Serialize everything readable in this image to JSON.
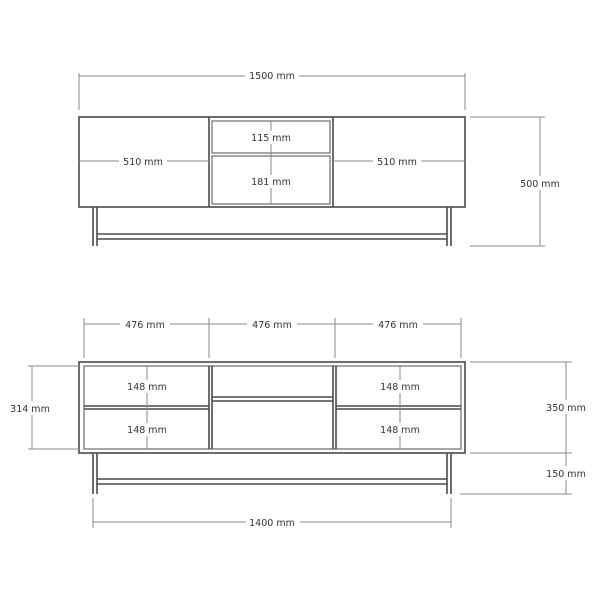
{
  "labels": {
    "front_total_width": "1500 mm",
    "front_left_door": "510 mm",
    "front_right_door": "510 mm",
    "front_top_drawer": "115 mm",
    "front_bottom_drawer": "181 mm",
    "front_total_height": "500 mm",
    "open_left_section": "476 mm",
    "open_middle_section": "476 mm",
    "open_right_section": "476 mm",
    "open_body_height": "314 mm",
    "open_left_upper_shelf": "148 mm",
    "open_left_lower_shelf": "148 mm",
    "open_right_upper_shelf": "148 mm",
    "open_right_lower_shelf": "148 mm",
    "open_cabinet_height": "350 mm",
    "open_leg_height": "150 mm",
    "open_base_width": "1400 mm"
  }
}
